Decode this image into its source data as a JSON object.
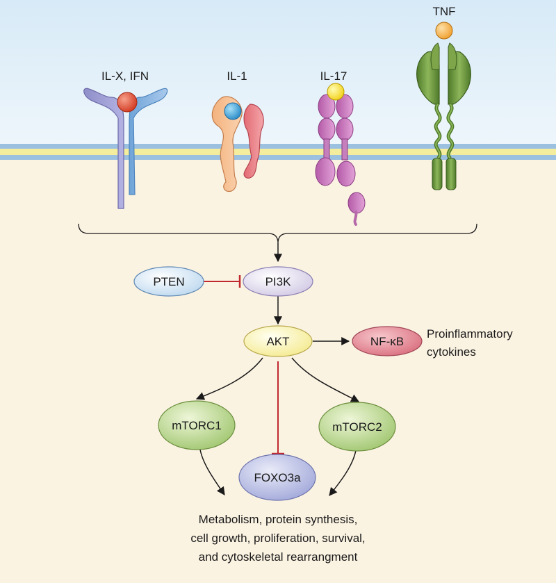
{
  "receptors": {
    "ilx_ifn": "IL-X, IFN",
    "il1": "IL-1",
    "il17": "IL-17",
    "tnf": "TNF"
  },
  "nodes": {
    "pten": "PTEN",
    "pi3k": "PI3K",
    "akt": "AKT",
    "nfkb": "NF-κB",
    "mtorc1": "mTORC1",
    "mtorc2": "mTORC2",
    "foxo3a": "FOXO3a"
  },
  "annotations": {
    "proinflammatory_line1": "Proinflammatory",
    "proinflammatory_line2": "cytokines",
    "outcome_line1": "Metabolism, protein synthesis,",
    "outcome_line2": "cell growth, proliferation, survival,",
    "outcome_line3": "and cytoskeletal rearrangment"
  },
  "colors": {
    "extracellular": "#e6f1f9",
    "cytoplasm": "#fbf3e2",
    "membrane_blue": "#9cc0e0",
    "membrane_yellow": "#f5ed9e",
    "inhibition": "#c0282d",
    "activation": "#1a1a1a"
  }
}
